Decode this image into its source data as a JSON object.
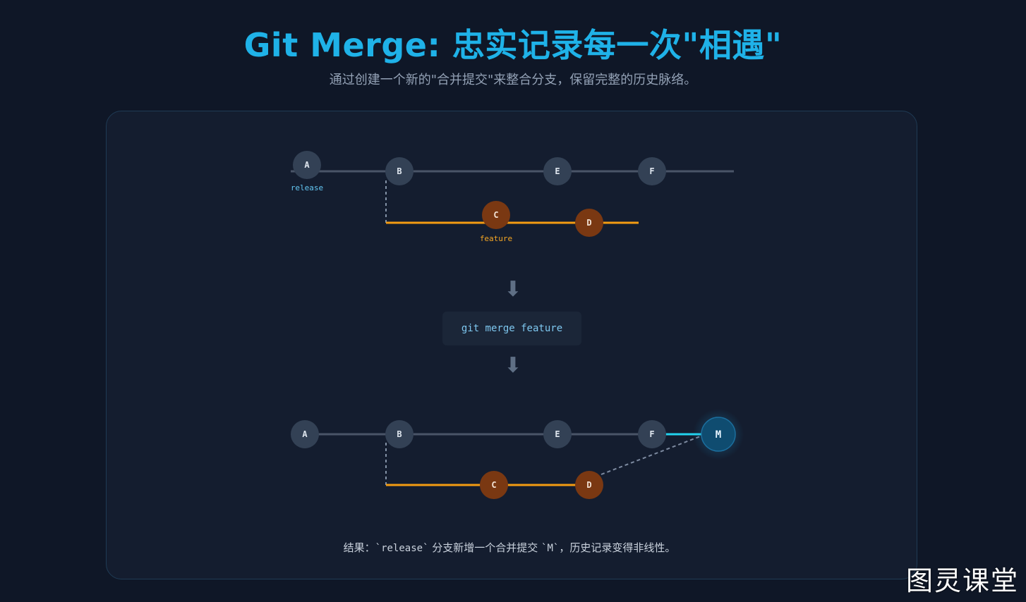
{
  "header": {
    "title": "Git Merge: 忠实记录每一次\"相遇\"",
    "subtitle": "通过创建一个新的\"合并提交\"来整合分支，保留完整的历史脉络。"
  },
  "colors": {
    "main_line": "#4a5568",
    "feature_line": "#f39c12",
    "main_node": "#334155",
    "feature_node": "#7a3812",
    "merge_node": "#0f4c70",
    "merge_line": "#22d3ee",
    "release_tag": "#63c6f2",
    "feature_tag": "#f5a623"
  },
  "before": {
    "main_commits": [
      "A",
      "B",
      "E",
      "F"
    ],
    "feature_commits": [
      "C",
      "D"
    ],
    "release_tag": "release",
    "feature_tag": "feature"
  },
  "command": {
    "text": "git merge feature"
  },
  "after": {
    "main_commits": [
      "A",
      "B",
      "E",
      "F"
    ],
    "feature_commits": [
      "C",
      "D"
    ],
    "merge_commit": "M"
  },
  "result": {
    "prefix": "结果：",
    "branch_code": "`release`",
    "middle": " 分支新增一个合并提交 ",
    "commit_code": "`M`",
    "suffix": "，历史记录变得非线性。"
  },
  "watermark": "图灵课堂"
}
